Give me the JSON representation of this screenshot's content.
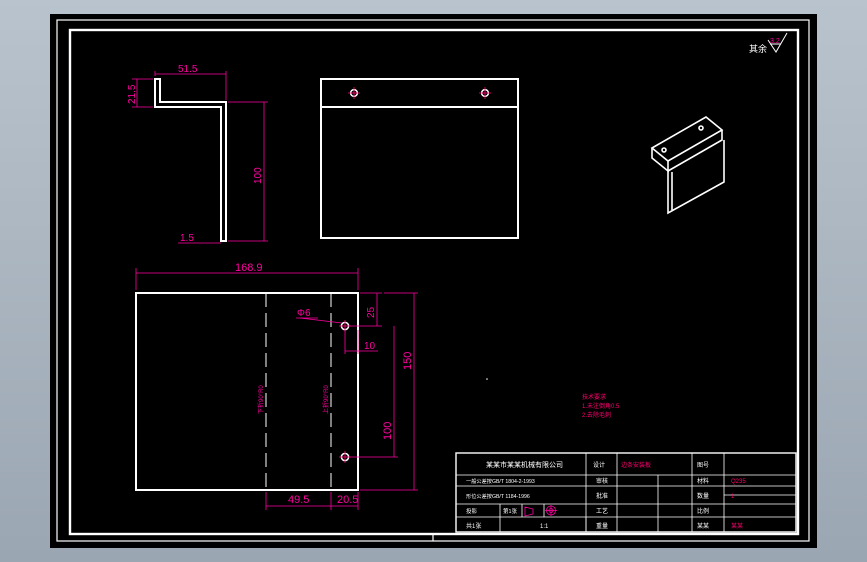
{
  "colors": {
    "background": "#000000",
    "outline": "#ffffff",
    "dimension": "#ff00a0",
    "note": "#ff0070",
    "chrome": "#a6b1bd"
  },
  "roughness": {
    "label": "其余",
    "value": "3.2"
  },
  "side_view": {
    "dims": [
      "51.5",
      "21.5",
      "100",
      "1.5"
    ]
  },
  "flat_pattern": {
    "dims": {
      "width": "168.9",
      "hole_diameter": "Φ6",
      "hole_offset_top": "25",
      "hole_offset_edge": "10",
      "height": "150",
      "hole_spacing": "100",
      "bend_offset": "49.5",
      "edge_offset": "20.5"
    },
    "bend_labels": [
      "下折90°R0",
      "上折90°R0"
    ]
  },
  "notes": {
    "items": [
      "技术要求",
      "1.未注倒角0.5",
      "2.去除毛刺"
    ]
  },
  "title_block": {
    "company": "某某市某某机械有限公司",
    "std_line_1": "一般公差按GB/T 1804-2-1993",
    "std_line_2": "形位公差按GB/T 1184-1996",
    "col_designer": "设计",
    "col_checker": "审核",
    "col_approver": "批准",
    "col_process": "工艺",
    "part_name": "边条安装板",
    "col_drawing_no": "图号",
    "col_material": "材料",
    "col_qty": "数量",
    "col_scale": "比例",
    "col_weight": "重量",
    "drawing_no": "",
    "material": "Q235",
    "qty": "1",
    "scale": "1:1",
    "sheet": "共1张",
    "page": "第1张",
    "projection": "投影",
    "author": "某某",
    "date": "某某"
  }
}
